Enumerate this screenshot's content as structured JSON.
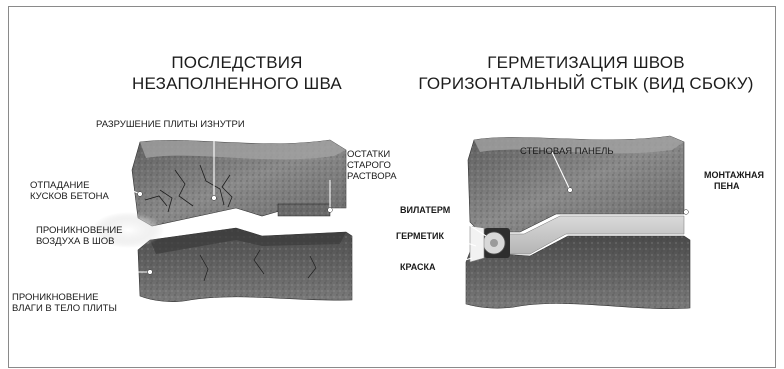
{
  "left_diagram": {
    "title_line1": "ПОСЛЕДСТВИЯ",
    "title_line2": "НЕЗАПОЛНЕННОГО ШВА",
    "labels": {
      "destruction": "РАЗРУШЕНИЕ ПЛИТЫ ИЗНУТРИ",
      "old_mortar_1": "ОСТАТКИ",
      "old_mortar_2": "СТАРОГО",
      "old_mortar_3": "РАСТВОРА",
      "falling_1": "ОТПАДАНИЕ",
      "falling_2": "КУСКОВ БЕТОНА",
      "air_1": "ПРОНИКНОВЕНИЕ",
      "air_2": "ВОЗДУХА В ШОВ",
      "moisture_1": "ПРОНИКНОВЕНИЕ",
      "moisture_2": "ВЛАГИ В ТЕЛО ПЛИТЫ"
    }
  },
  "right_diagram": {
    "title_line1": "ГЕРМЕТИЗАЦИЯ ШВОВ",
    "title_line2": "ГОРИЗОНТАЛЬНЫЙ СТЫК (ВИД СБОКУ)",
    "labels": {
      "wall_panel": "СТЕНОВАЯ ПАНЕЛЬ",
      "foam_1": "МОНТАЖНАЯ",
      "foam_2": "ПЕНА",
      "vilaterm": "ВИЛАТЕРМ",
      "sealant": "ГЕРМЕТИК",
      "paint": "КРАСКА"
    }
  }
}
